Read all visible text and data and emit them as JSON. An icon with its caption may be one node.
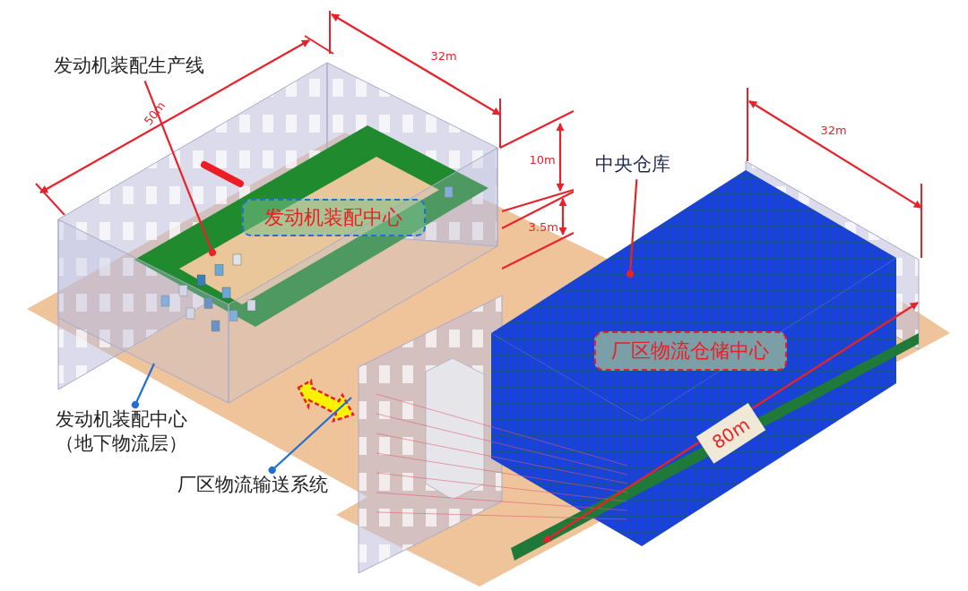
{
  "diagram": {
    "nodes": [
      {
        "text": [
          "发动机装配生产线"
        ]
      },
      {
        "text": [
          "中央仓库"
        ]
      },
      {
        "text": [
          "发动机装配中心（地下物流层）"
        ]
      },
      {
        "text": [
          "厂区物流输送系统"
        ]
      },
      {
        "text": [
          "发动机装配中心"
        ]
      },
      {
        "text": [
          "厂区物流仓储中心"
        ]
      }
    ],
    "edges": [
      {
        "from": 0,
        "to": null,
        "arrow": "other",
        "color": "#e8222a"
      },
      {
        "from": 1,
        "to": null,
        "arrow": "other",
        "color": "#e8222a"
      },
      {
        "from": null,
        "to": 2,
        "arrow": "other",
        "color": "#1f6fd6"
      },
      {
        "from": null,
        "to": 3,
        "arrow": "other",
        "color": "#1f6fd6"
      }
    ],
    "labels": [
      "32m",
      "50m",
      "10m",
      "32m",
      "3.5m",
      "80m"
    ]
  }
}
